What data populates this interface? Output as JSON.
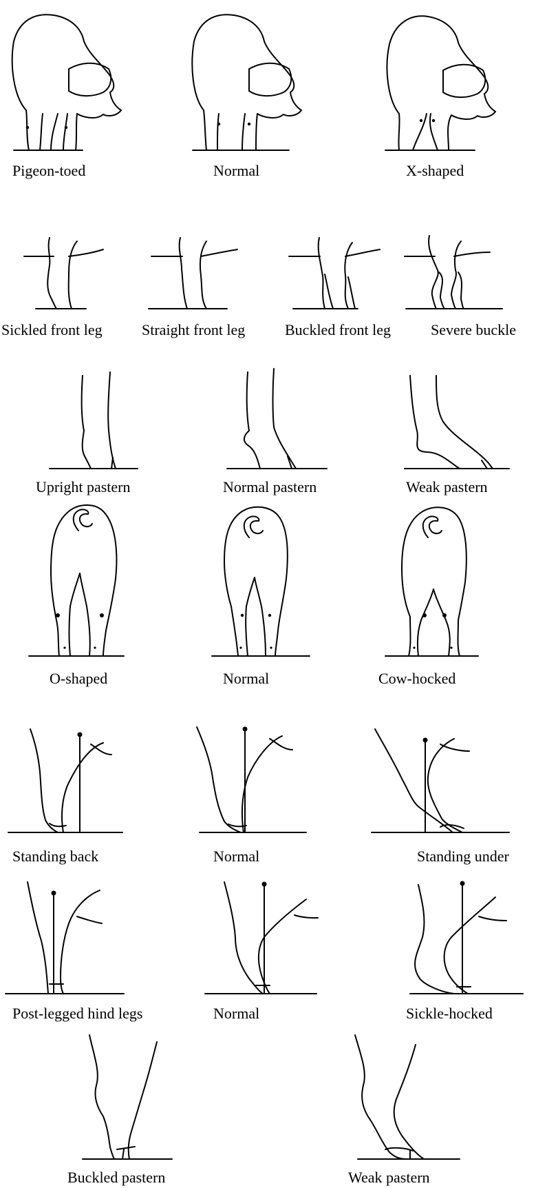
{
  "rows": [
    {
      "captions": [
        "Pigeon-toed",
        "Normal",
        "X-shaped"
      ]
    },
    {
      "captions": [
        "Sickled front leg",
        "Straight front leg",
        "Buckled front leg",
        "Severe buckle"
      ]
    },
    {
      "captions": [
        "Upright pastern",
        "Normal pastern",
        "Weak pastern"
      ]
    },
    {
      "captions": [
        "O-shaped",
        "Normal",
        "Cow-hocked"
      ]
    },
    {
      "captions": [
        "Standing back",
        "Normal",
        "Standing under"
      ]
    },
    {
      "captions": [
        "Post-legged hind legs",
        "Normal",
        "Sickle-hocked"
      ]
    },
    {
      "captions": [
        "Buckled pastern",
        "Weak pastern"
      ]
    }
  ]
}
